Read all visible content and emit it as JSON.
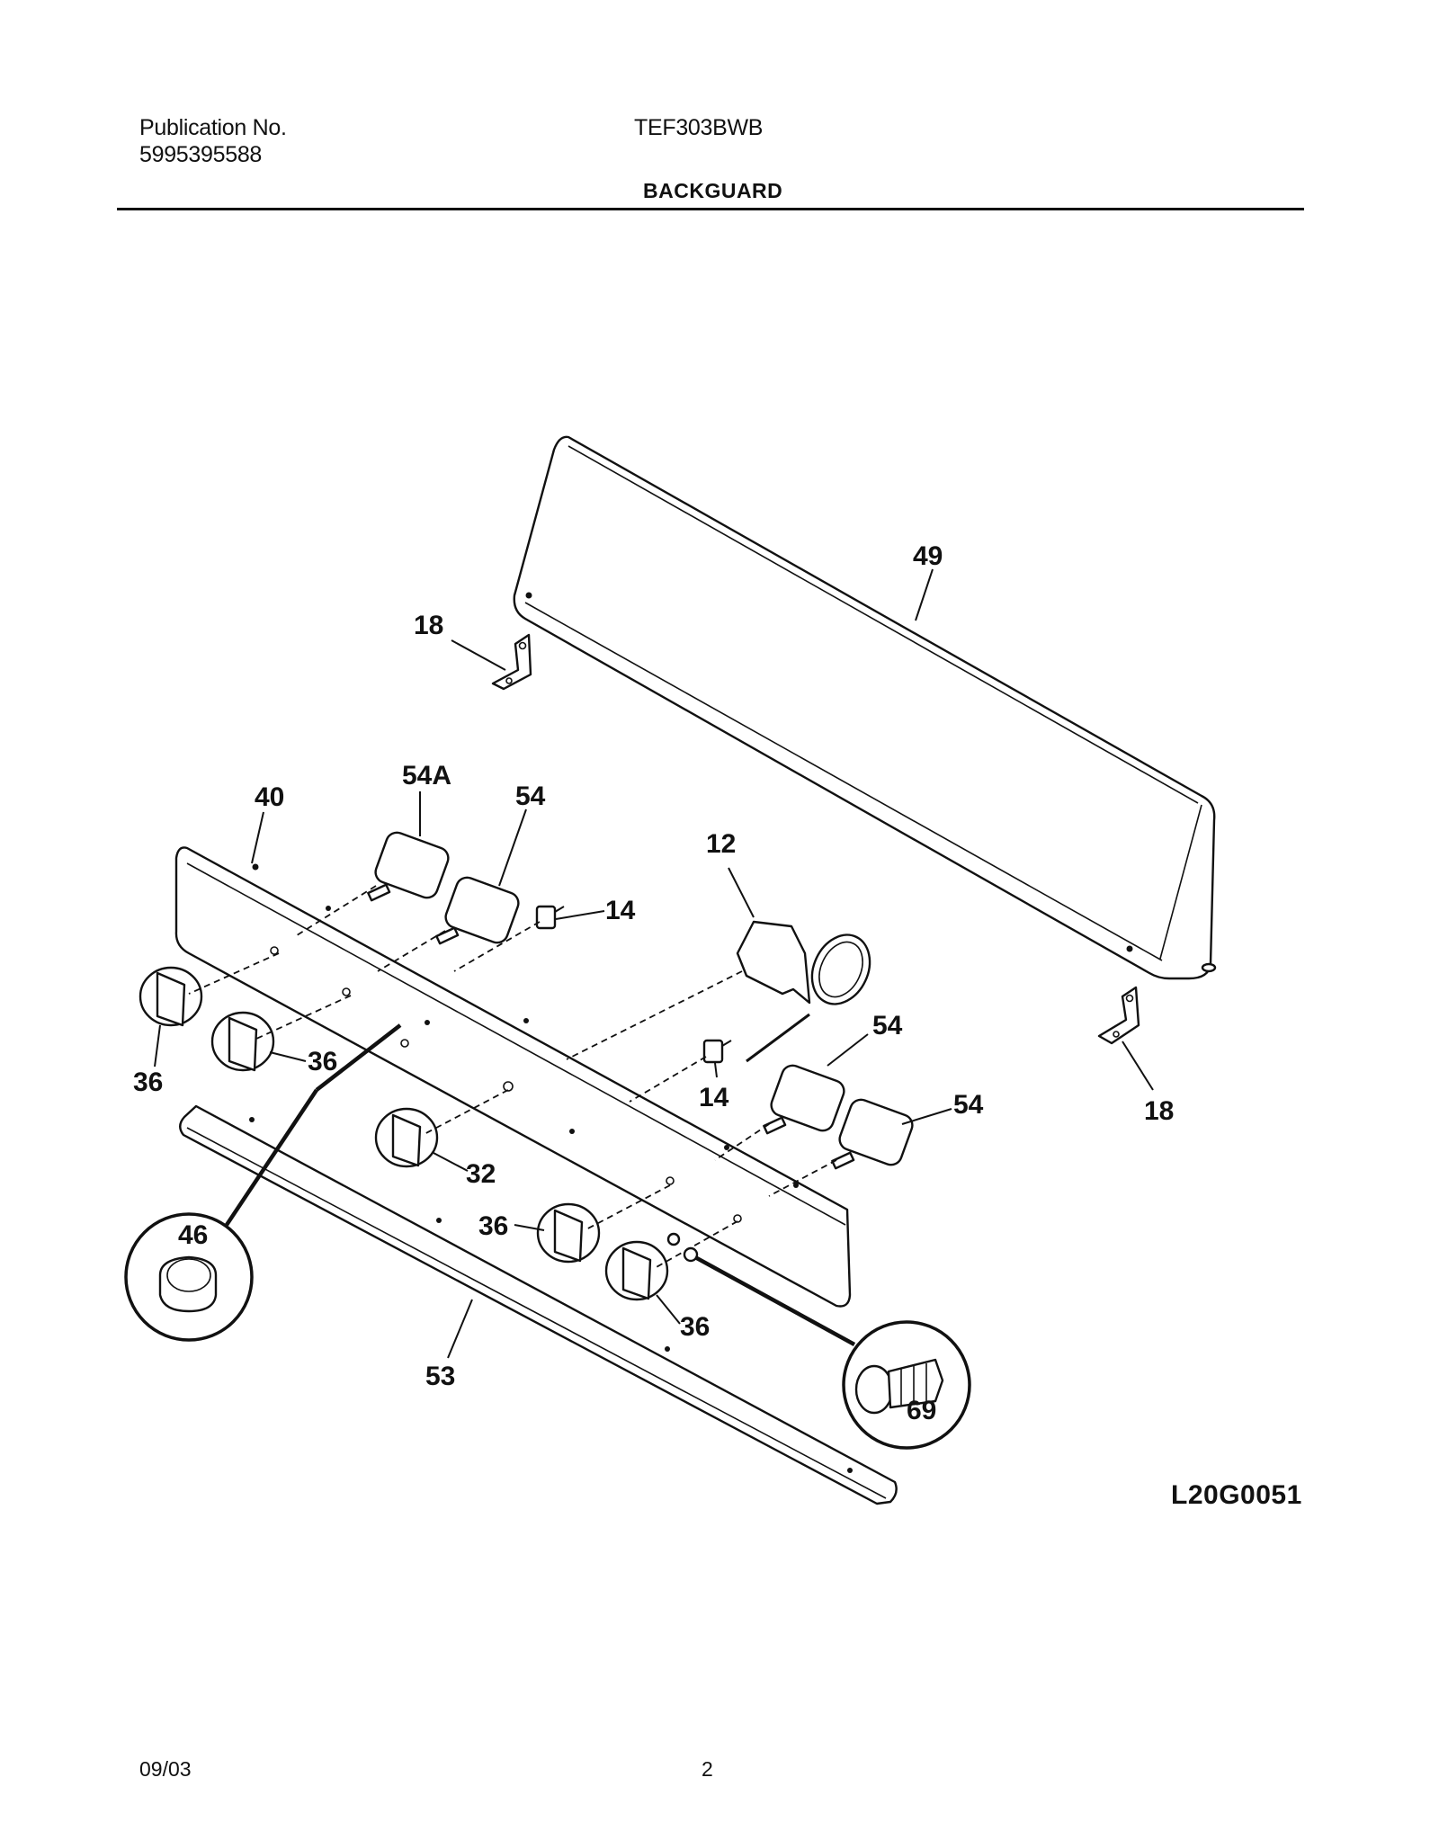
{
  "header": {
    "publication_label": "Publication No.",
    "publication_number": "5995395588",
    "model": "TEF303BWB",
    "section_title": "BACKGUARD"
  },
  "diagram": {
    "drawing_code": "L20G0051",
    "callouts": {
      "c49": "49",
      "c18a": "18",
      "c18b": "18",
      "c54a": "54A",
      "c40": "40",
      "c54_1": "54",
      "c12": "12",
      "c14a": "14",
      "c14b": "14",
      "c54_2": "54",
      "c54_3": "54",
      "c36a": "36",
      "c36b": "36",
      "c32": "32",
      "c36c": "36",
      "c36d": "36",
      "c46": "46",
      "c53": "53",
      "c69": "69"
    }
  },
  "footer": {
    "date": "09/03",
    "page": "2"
  }
}
